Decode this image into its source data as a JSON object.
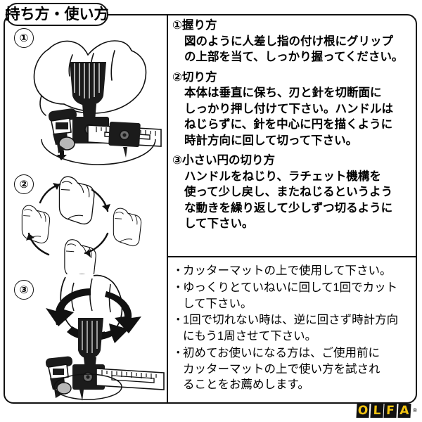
{
  "page": {
    "title": "持ち方・使い方",
    "brand": {
      "letters": [
        "O",
        "L",
        "F",
        "A"
      ],
      "registered_mark": "®",
      "text_color": "#f2c310",
      "box_color": "#111111"
    }
  },
  "illustrations": [
    {
      "marker": "①",
      "name": "grip-illustration",
      "alt": "手でコンパスカッターのグリップを握っている図"
    },
    {
      "marker": "②",
      "name": "hand-rotation-illustration",
      "alt": "手が円を描くように回転する4つの位置の図"
    },
    {
      "marker": "③",
      "name": "ratchet-twist-illustration",
      "alt": "ハンドルをねじりラチェット機構を使う図"
    }
  ],
  "steps": [
    {
      "marker": "①",
      "heading": "握り方",
      "lines": [
        "図のように人差し指の付け根にグリップ",
        "の上部を当て、しっかり握ってください。"
      ]
    },
    {
      "marker": "②",
      "heading": "切り方",
      "lines": [
        "本体は垂直に保ち、刃と針を切断面に",
        "しっかり押し付けて下さい。ハンドルは",
        "ねじらずに、針を中心に円を描くように",
        "時計方向に回して切って下さい。"
      ]
    },
    {
      "marker": "③",
      "heading": "小さい円の切り方",
      "lines": [
        "ハンドルをねじり、ラチェット機構を",
        "使って少し戻し、またねじるというよう",
        "な動きを繰り返して少しずつ切るように",
        "して下さい。"
      ]
    }
  ],
  "notes": {
    "bullet": "・",
    "items": [
      {
        "lines": [
          "カッターマットの上で使用して下さい。"
        ]
      },
      {
        "lines": [
          "ゆっくりとていねいに回して1回でカット",
          "して下さい。"
        ]
      },
      {
        "lines": [
          "1回で切れない時は、逆に回さず時計方向",
          "にもう1周させて下さい。"
        ]
      },
      {
        "lines": [
          "初めてお使いになる方は、ご使用前に",
          "カッターマットの上で使い方を試され",
          "ることをお薦めします。"
        ]
      }
    ]
  }
}
